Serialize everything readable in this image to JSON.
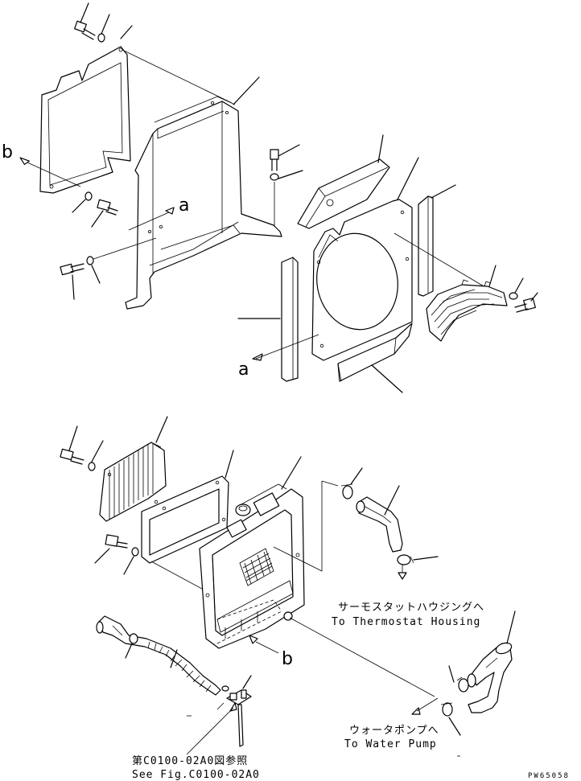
{
  "labels": {
    "view_a": "a",
    "view_b": "b"
  },
  "notes": {
    "thermostat_jp": "サーモスタットハウジングへ",
    "thermostat_en": "To Thermostat Housing",
    "pump_jp": "ウォータポンプへ",
    "pump_en": "To Water Pump",
    "ref_jp": "第C0100-02A0図参照",
    "ref_en": "See Fig.C0100-02A0"
  },
  "drawing_code": "PW65058"
}
